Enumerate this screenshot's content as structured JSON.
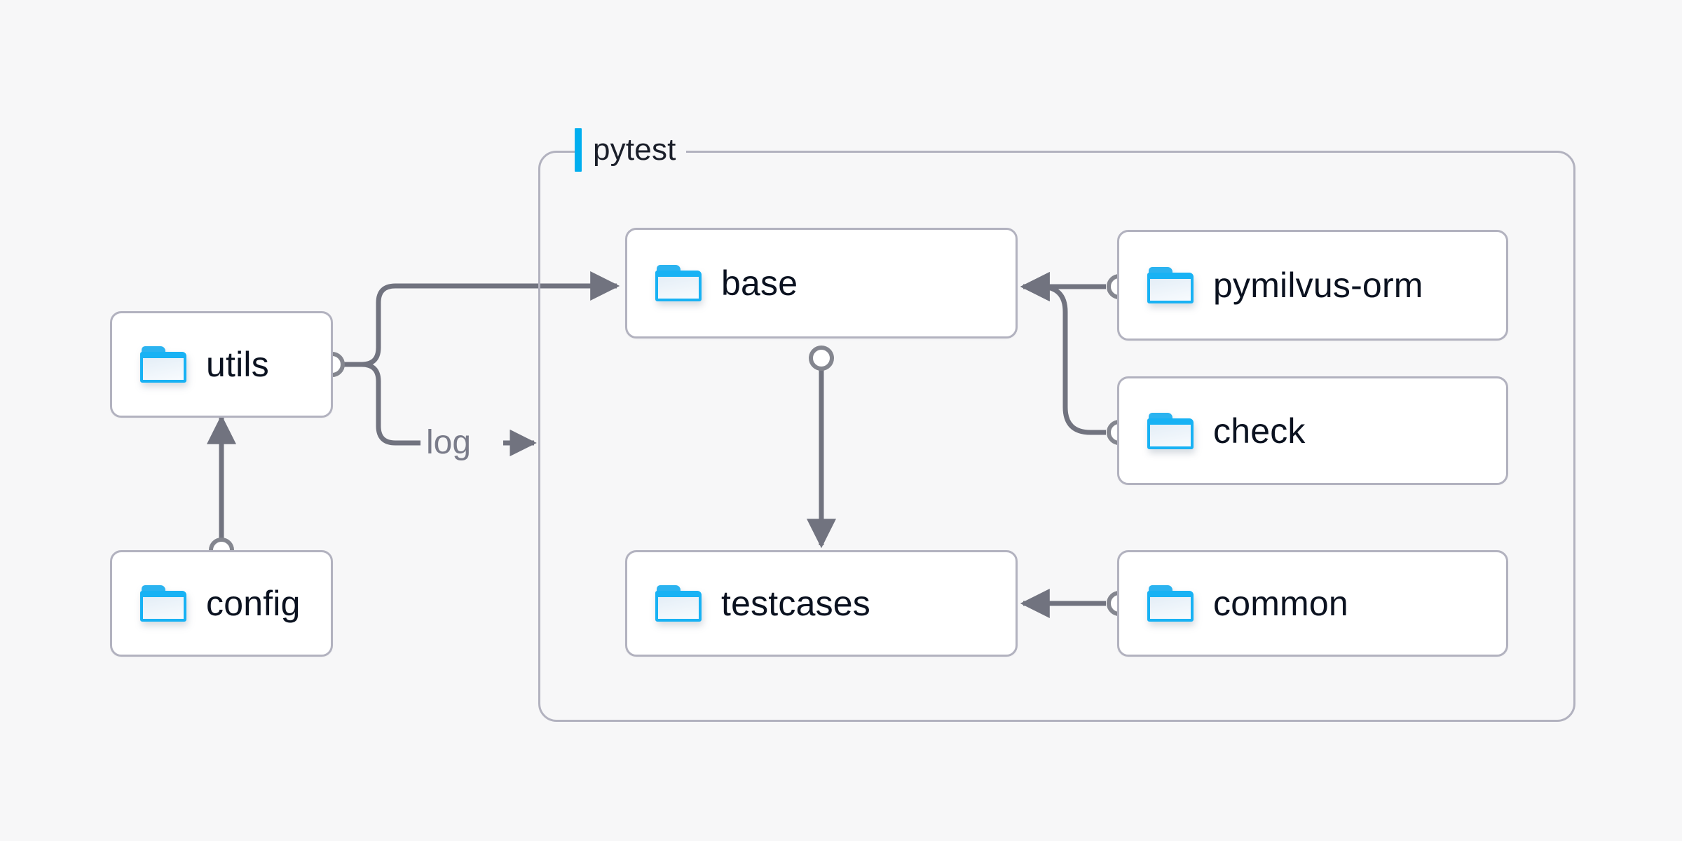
{
  "diagram": {
    "title_visible": false,
    "background_color": "#f7f7f8",
    "node_border_color": "#b2b2bf",
    "node_fill_color": "#ffffff",
    "edge_color": "#71737f",
    "group_border_color": "#b2b2bf",
    "accent_color": "#00aeef",
    "label_color": "#0b1220",
    "edge_label_color": "#7a7c8a",
    "folder_icon_color": "#18b2f4"
  },
  "group": {
    "label": "pytest",
    "icon": "accent-bar-icon"
  },
  "nodes": [
    {
      "id": "utils",
      "label": "utils",
      "icon": "folder-icon"
    },
    {
      "id": "config",
      "label": "config",
      "icon": "folder-icon"
    },
    {
      "id": "base",
      "label": "base",
      "icon": "folder-icon"
    },
    {
      "id": "testcases",
      "label": "testcases",
      "icon": "folder-icon"
    },
    {
      "id": "pymilvus-orm",
      "label": "pymilvus-orm",
      "icon": "folder-icon"
    },
    {
      "id": "check",
      "label": "check",
      "icon": "folder-icon"
    },
    {
      "id": "common",
      "label": "common",
      "icon": "folder-icon"
    }
  ],
  "edges": [
    {
      "from": "utils",
      "to": "base",
      "label": ""
    },
    {
      "from": "utils",
      "to": "pytest",
      "label": "log"
    },
    {
      "from": "config",
      "to": "utils",
      "label": ""
    },
    {
      "from": "base",
      "to": "testcases",
      "label": ""
    },
    {
      "from": "pymilvus-orm",
      "to": "base",
      "label": ""
    },
    {
      "from": "check",
      "to": "base",
      "label": ""
    },
    {
      "from": "common",
      "to": "testcases",
      "label": ""
    }
  ],
  "edge_labels": {
    "log": "log"
  }
}
